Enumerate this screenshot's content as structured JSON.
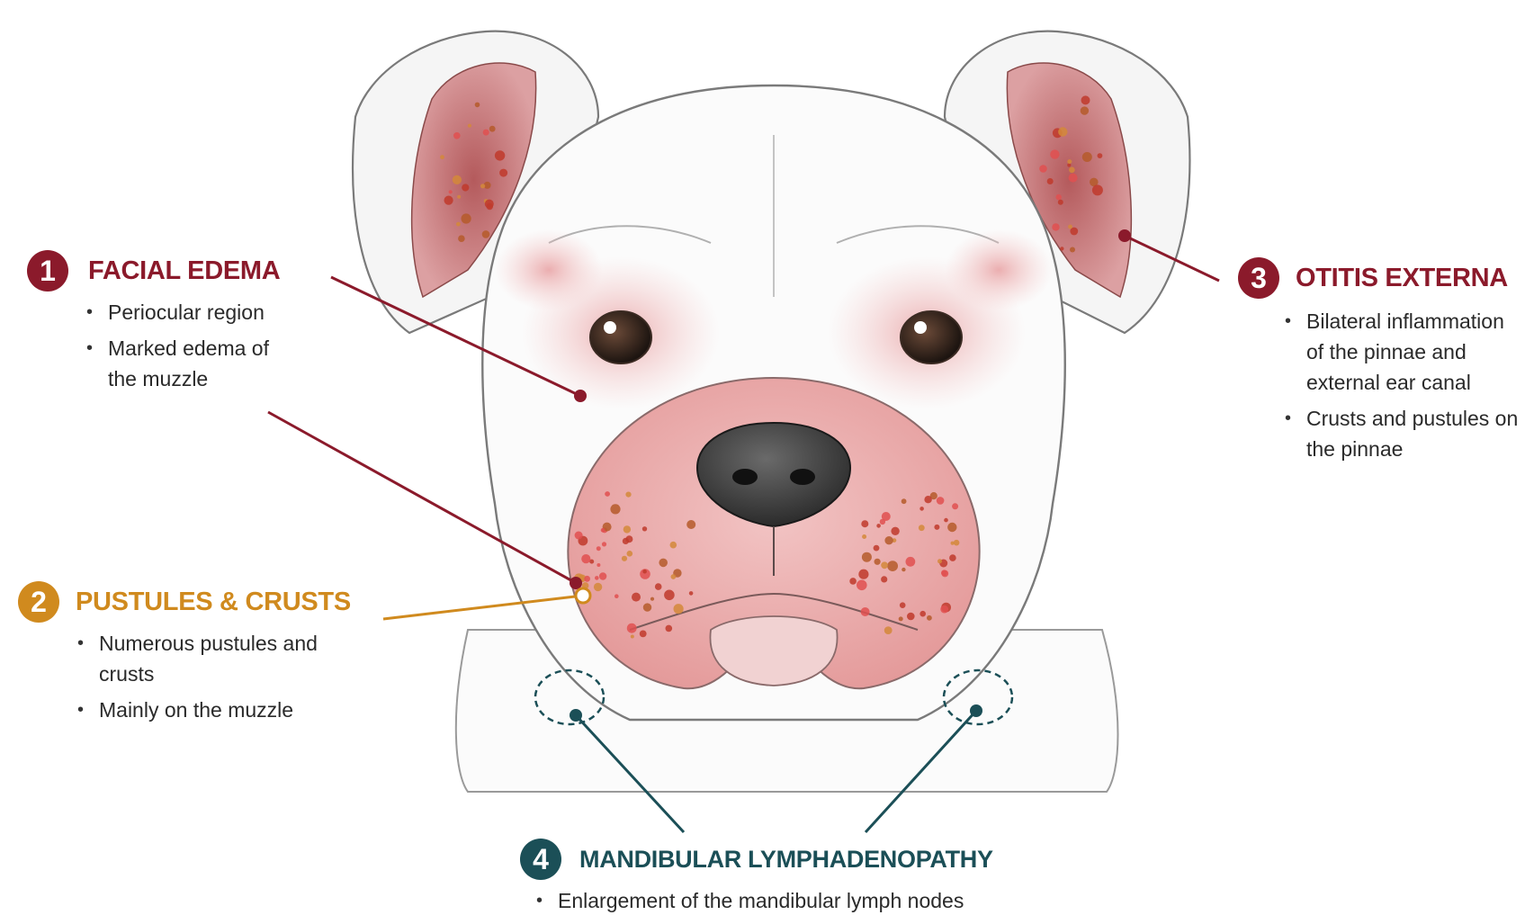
{
  "colors": {
    "maroon": "#8b1a2b",
    "gold": "#d08a1e",
    "teal": "#1b4f57",
    "skin_inflamed": "#e49a9a",
    "nose": "#3a3a3a"
  },
  "callouts": [
    {
      "number": "1",
      "title": "FACIAL EDEMA",
      "color": "#8b1a2b",
      "points": [
        "Periocular region",
        "Marked edema of the muzzle"
      ]
    },
    {
      "number": "2",
      "title": "PUSTULES & CRUSTS",
      "color": "#d08a1e",
      "points": [
        "Numerous pustules and crusts",
        "Mainly on the muzzle"
      ]
    },
    {
      "number": "3",
      "title": "OTITIS EXTERNA",
      "color": "#8b1a2b",
      "points": [
        "Bilateral inflammation of the pinnae and external ear canal",
        "Crusts and pustules on the pinnae"
      ]
    },
    {
      "number": "4",
      "title": "MANDIBULAR LYMPHADENOPATHY",
      "color": "#1b4f57",
      "points": [
        "Enlargement of the mandibular lymph nodes"
      ]
    }
  ]
}
